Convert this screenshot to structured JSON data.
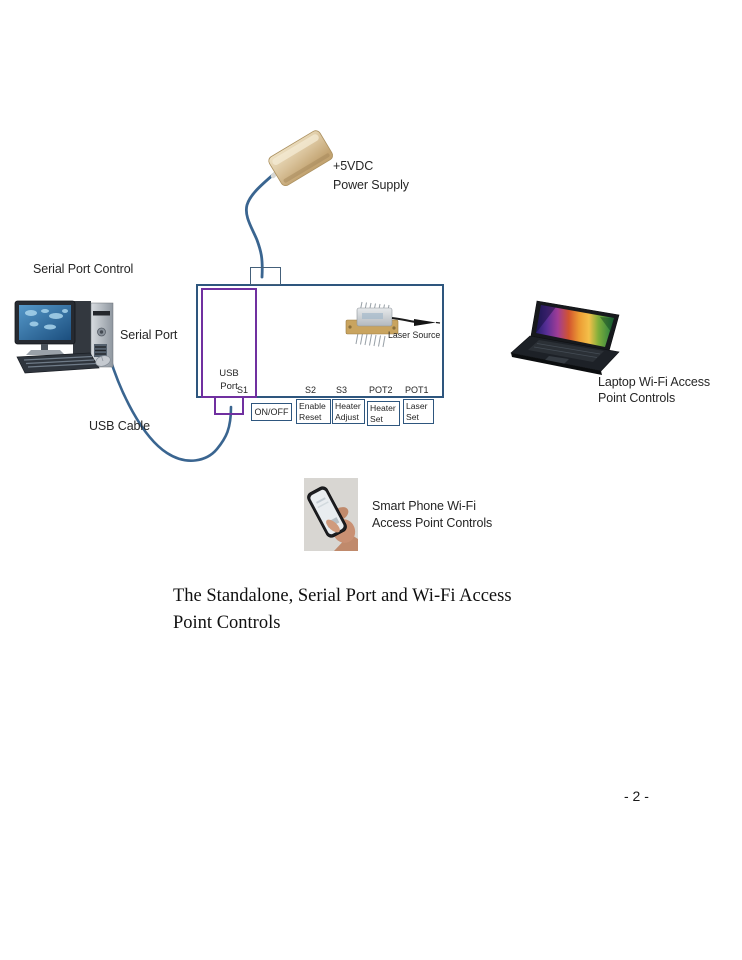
{
  "page": {
    "number": "- 2 -",
    "background": "#ffffff"
  },
  "figure": {
    "caption_line1": "The Standalone, Serial Port and Wi-Fi Access",
    "caption_line2": "Point Controls"
  },
  "diagram": {
    "power_supply": {
      "label_line1": "+5VDC",
      "label_line2": "Power Supply"
    },
    "computer": {
      "title": "Serial Port Control",
      "port_label": "Serial Port",
      "cable_label": "USB Cable"
    },
    "device": {
      "usb_port_line1": "USB",
      "usb_port_line2": "Port",
      "laser_label": "Laser Source",
      "switch_labels": [
        "S1",
        "S2",
        "S3",
        "POT2",
        "POT1"
      ],
      "controls": [
        {
          "line1": "ON/OFF",
          "line2": ""
        },
        {
          "line1": "Enable",
          "line2": "Reset"
        },
        {
          "line1": "Heater",
          "line2": "Adjust"
        },
        {
          "line1": "Heater",
          "line2": "Set"
        },
        {
          "line1": "Laser",
          "line2": "Set"
        }
      ]
    },
    "laptop": {
      "label_line1": "Laptop Wi-Fi Access",
      "label_line2": "Point Controls"
    },
    "phone": {
      "label_line1": "Smart Phone Wi-Fi",
      "label_line2": "Access Point Controls"
    },
    "images": [
      "power-supply-photo",
      "desktop-computer-photo",
      "laser-source-photo",
      "laptop-photo",
      "smartphone-in-hand-photo"
    ]
  },
  "colors": {
    "device_border": "#2e567e",
    "usb_accent": "#7030a0",
    "cable": "#3a6590",
    "text": "#262626",
    "power_supply_gold": "#d9c29a"
  }
}
